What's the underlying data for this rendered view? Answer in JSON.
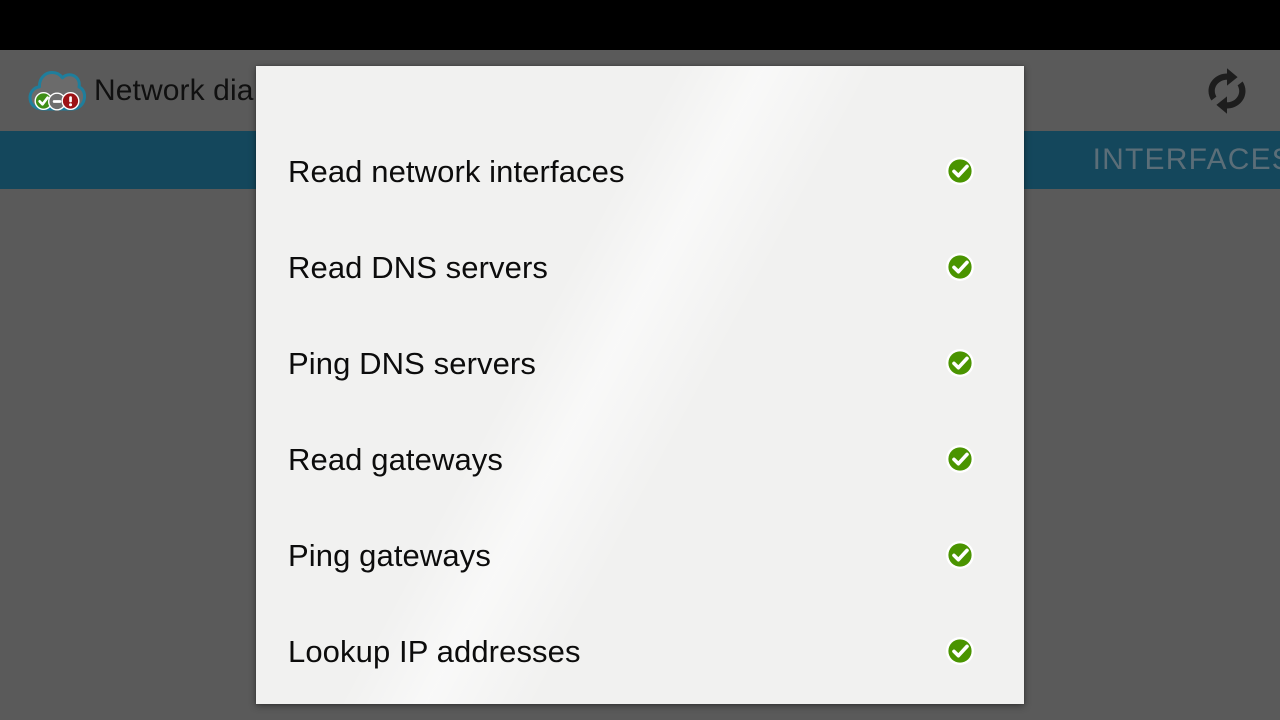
{
  "window": {
    "status_bar_color": "#000000",
    "action_bar_color": "#5a5a5a",
    "tab_strip_color": "#14475c",
    "scrim_color": "#5a5a5a"
  },
  "action_bar": {
    "app_icon_name": "cloud-status-icon",
    "title": "Network dia",
    "refresh_label": "refresh-icon"
  },
  "tabs": {
    "visible_tab": "INTERFACES",
    "tab_text_color": "#5b6e78"
  },
  "dialog": {
    "background_color": "#f1f1f0",
    "check_color": "#4a9400",
    "tasks": [
      {
        "label": "Read network interfaces",
        "status": "done",
        "status_icon": "check-circle-icon"
      },
      {
        "label": "Read DNS servers",
        "status": "done",
        "status_icon": "check-circle-icon"
      },
      {
        "label": "Ping DNS servers",
        "status": "done",
        "status_icon": "check-circle-icon"
      },
      {
        "label": "Read gateways",
        "status": "done",
        "status_icon": "check-circle-icon"
      },
      {
        "label": "Ping gateways",
        "status": "done",
        "status_icon": "check-circle-icon"
      },
      {
        "label": "Lookup IP addresses",
        "status": "done",
        "status_icon": "check-circle-icon"
      }
    ]
  }
}
